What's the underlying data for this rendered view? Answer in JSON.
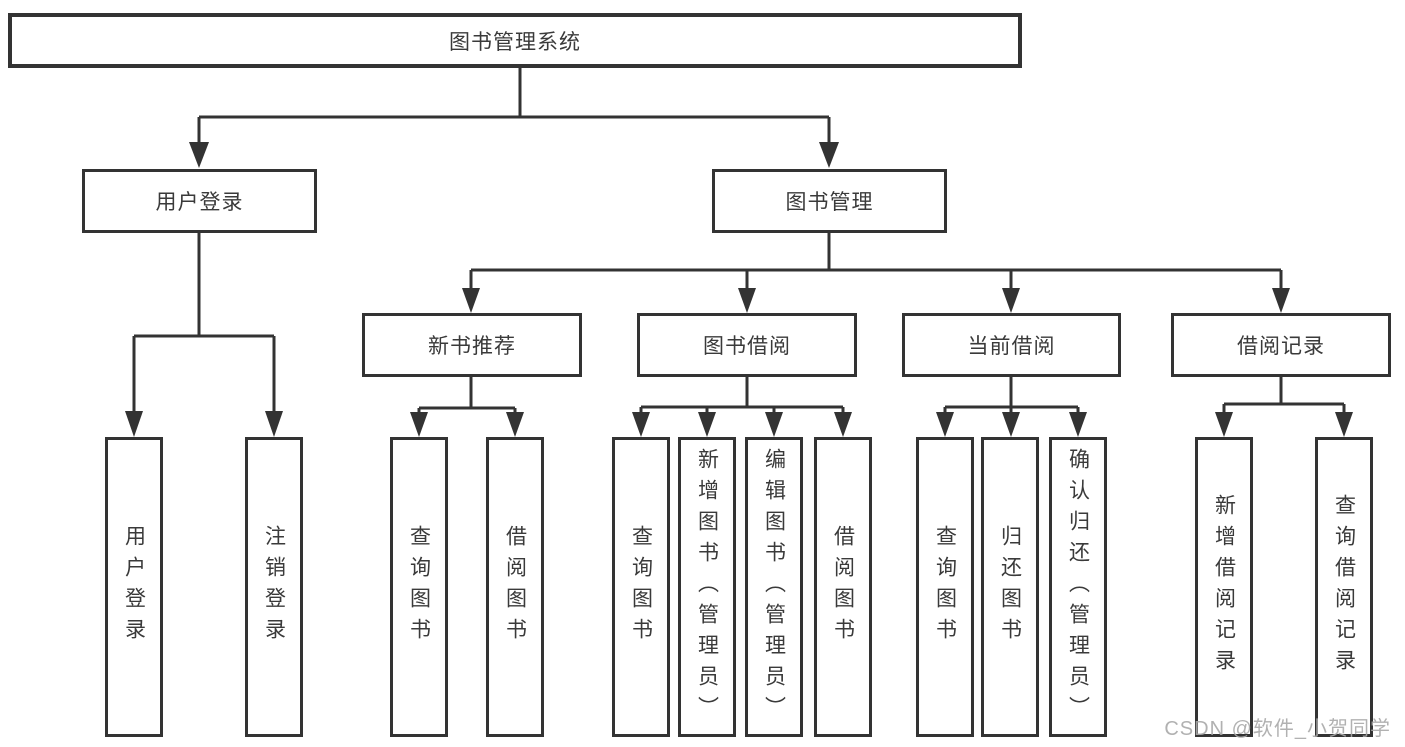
{
  "diagram": {
    "root": {
      "label": "图书管理系统"
    },
    "level2": [
      {
        "label": "用户登录",
        "parent": "图书管理系统"
      },
      {
        "label": "图书管理",
        "parent": "图书管理系统"
      }
    ],
    "level3": [
      {
        "label": "新书推荐",
        "parent": "图书管理"
      },
      {
        "label": "图书借阅",
        "parent": "图书管理"
      },
      {
        "label": "当前借阅",
        "parent": "图书管理"
      },
      {
        "label": "借阅记录",
        "parent": "图书管理"
      }
    ],
    "leaves": [
      {
        "label": "用户登录",
        "parent": "用户登录"
      },
      {
        "label": "注销登录",
        "parent": "用户登录"
      },
      {
        "label": "查询图书",
        "parent": "新书推荐"
      },
      {
        "label": "借阅图书",
        "parent": "新书推荐"
      },
      {
        "label": "查询图书",
        "parent": "图书借阅"
      },
      {
        "label": "新增图书（管理员）",
        "parent": "图书借阅"
      },
      {
        "label": "编辑图书（管理员）",
        "parent": "图书借阅"
      },
      {
        "label": "借阅图书",
        "parent": "图书借阅"
      },
      {
        "label": "查询图书",
        "parent": "当前借阅"
      },
      {
        "label": "归还图书",
        "parent": "当前借阅"
      },
      {
        "label": "确认归还（管理员）",
        "parent": "当前借阅"
      },
      {
        "label": "新增借阅记录",
        "parent": "借阅记录"
      },
      {
        "label": "查询借阅记录",
        "parent": "借阅记录"
      }
    ]
  },
  "watermark": "CSDN @软件_小贺同学",
  "colors": {
    "line": "#333333",
    "text": "#3a3a3a",
    "watermark": "#a8a8a8",
    "background": "#ffffff"
  }
}
